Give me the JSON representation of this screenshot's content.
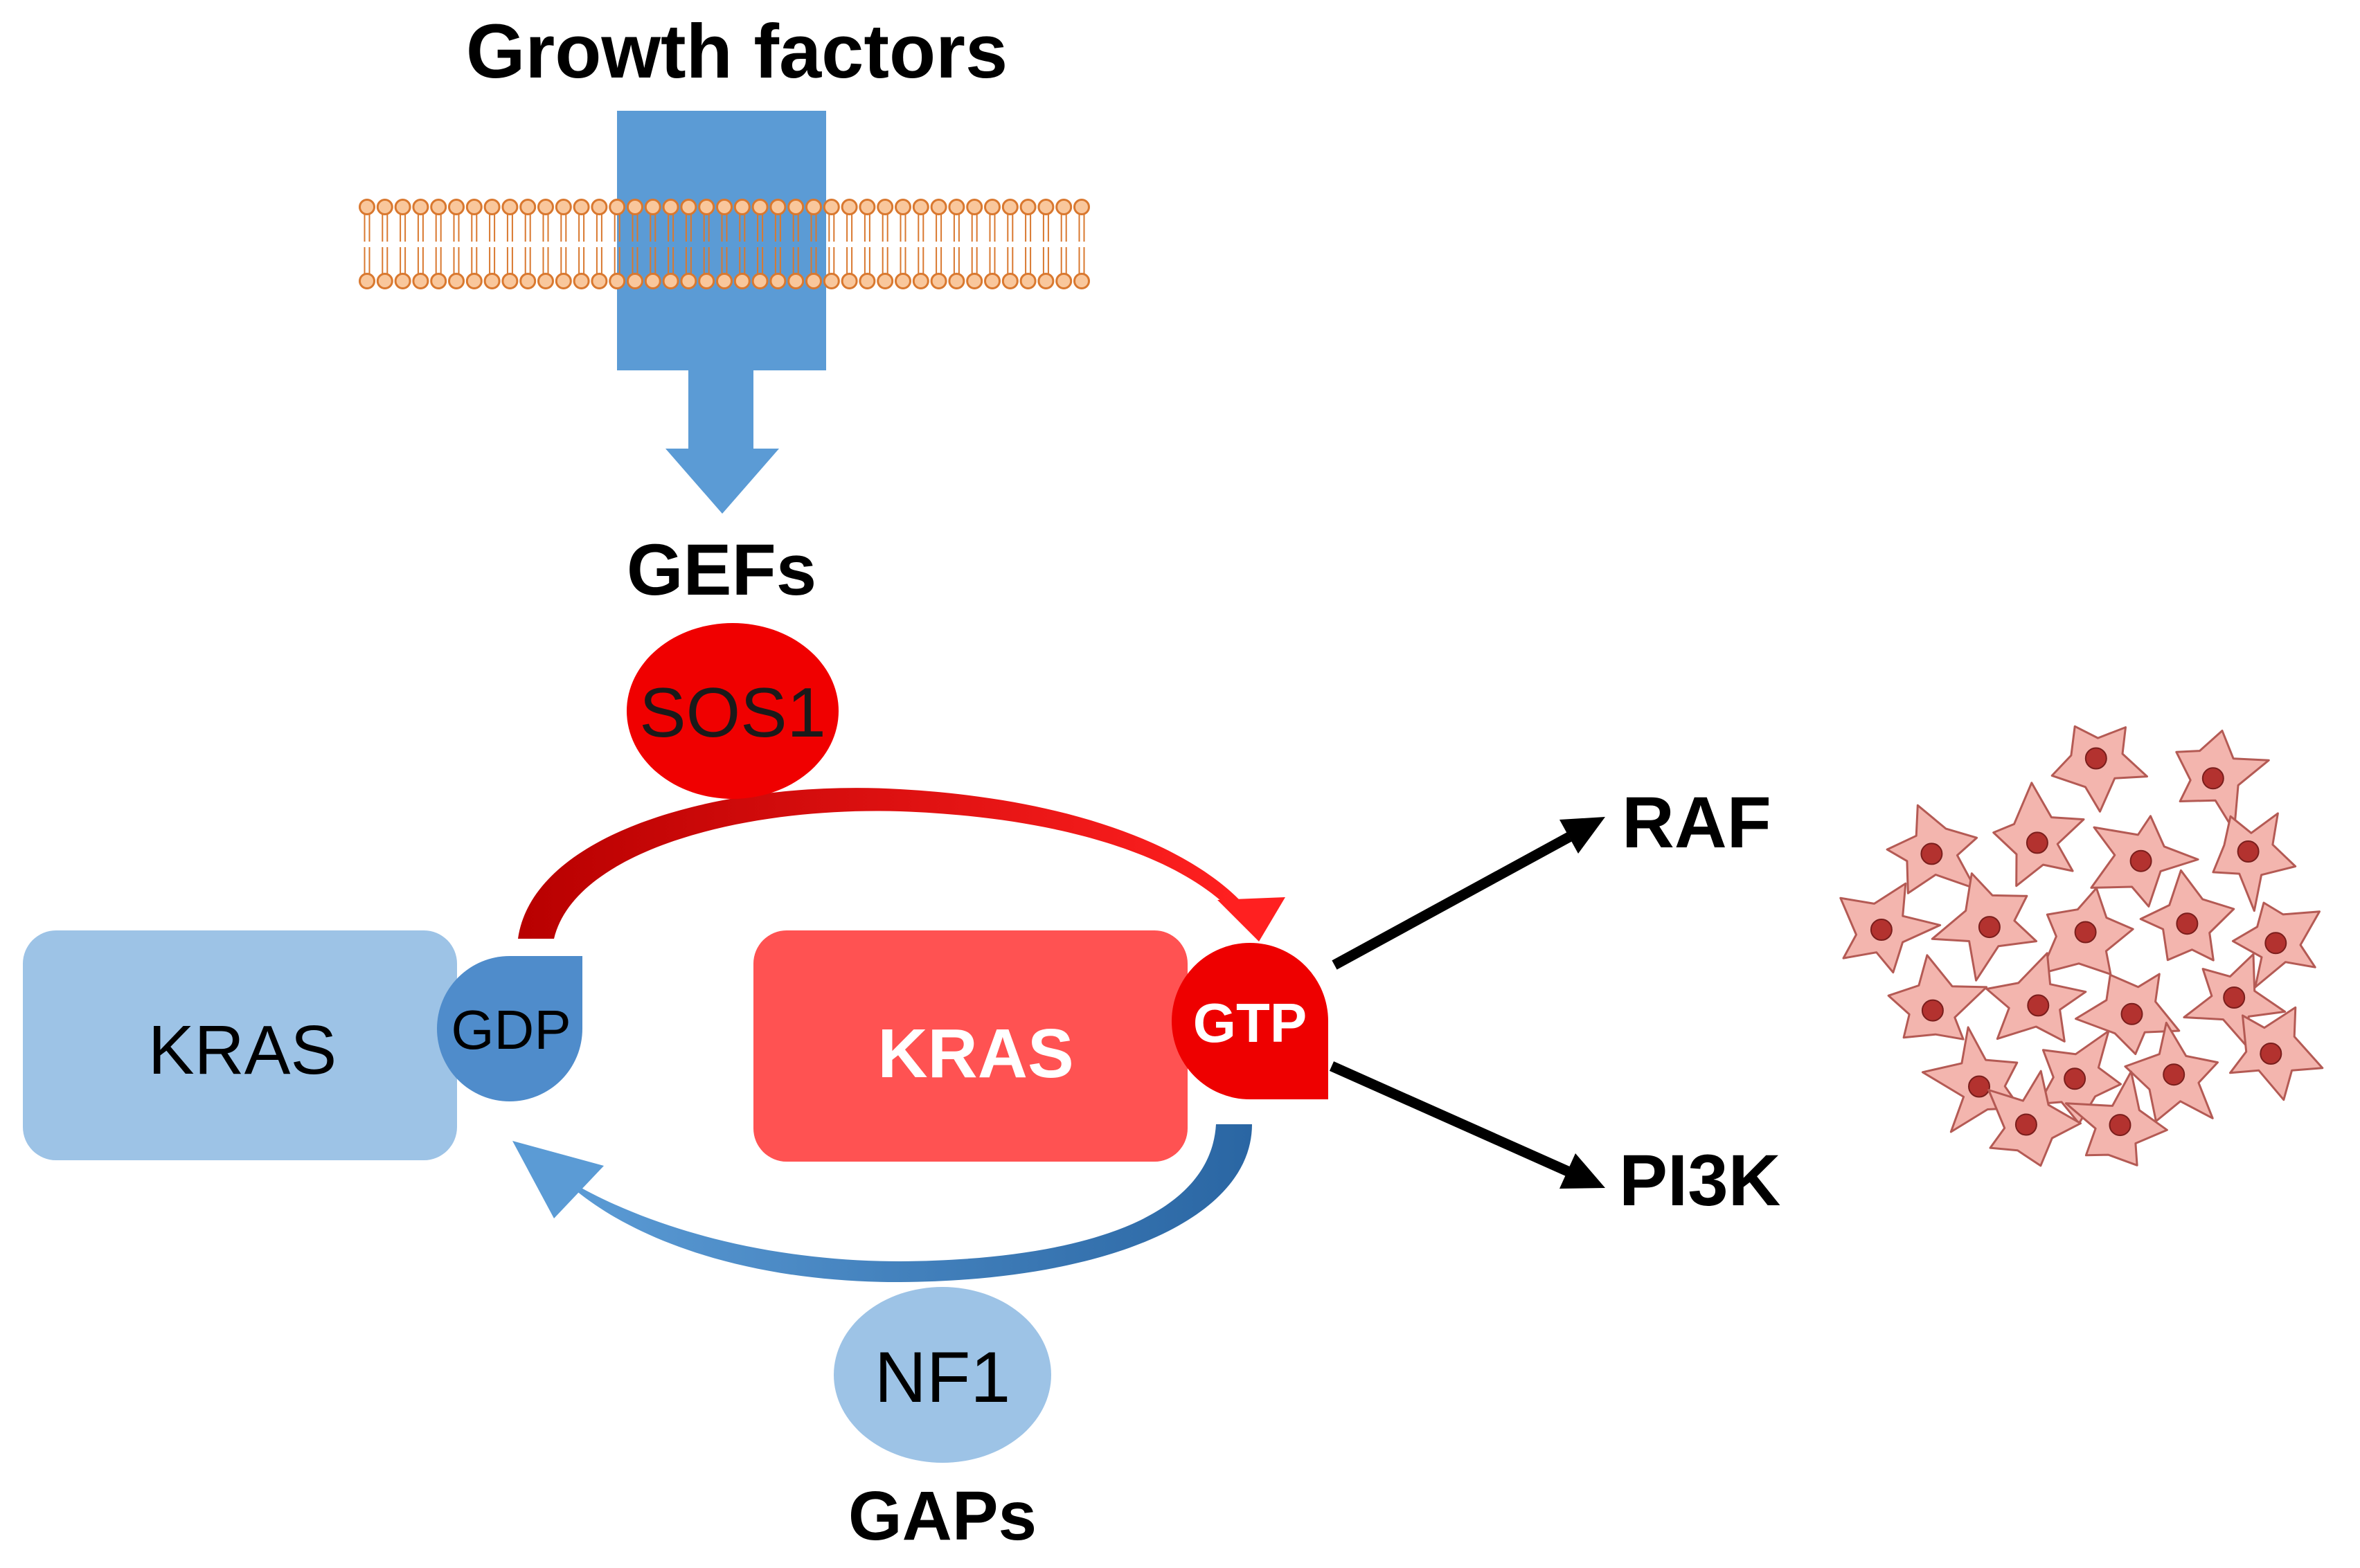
{
  "signal": {
    "label": "Growth factors"
  },
  "gefs": {
    "group_label": "GEFs",
    "protein_label": "SOS1"
  },
  "kras_gdp": {
    "protein_label": "KRAS",
    "nucleotide_label": "GDP"
  },
  "kras_gtp": {
    "protein_label": "KRAS",
    "nucleotide_label": "GTP"
  },
  "effectors": {
    "upper_label": "RAF",
    "lower_label": "PI3K"
  },
  "gaps": {
    "protein_label": "NF1",
    "group_label": "GAPs"
  },
  "colors": {
    "text": "#000000",
    "text_on_dark": "#FFFFFF",
    "receptor": "#5B9BD5",
    "membrane_stroke": "#D9782F",
    "membrane_fill": "#F9C79C",
    "sos1": "#F00000",
    "sos1_text": "#1A1A1A",
    "kras_inactive": "#9DC3E6",
    "gdp": "#4F8CCB",
    "kras_active": "#FF5252",
    "gtp": "#EE0000",
    "nf1": "#9DC3E6",
    "activation_arrow_start": "#B80000",
    "activation_arrow_end": "#FF2020",
    "inactivation_arrow_start": "#5B9BD5",
    "inactivation_arrow_end": "#2A66A3",
    "effector_arrow": "#000000",
    "cell_fill": "#F3B5AE",
    "cell_stroke": "#B45A54",
    "cell_nucleus": "#B3322F",
    "cell_nucleus_stroke": "#7A1E1C"
  },
  "icons": {
    "membrane": "lipid-bilayer-icon",
    "cells": "tumor-cell-cluster-icon"
  }
}
